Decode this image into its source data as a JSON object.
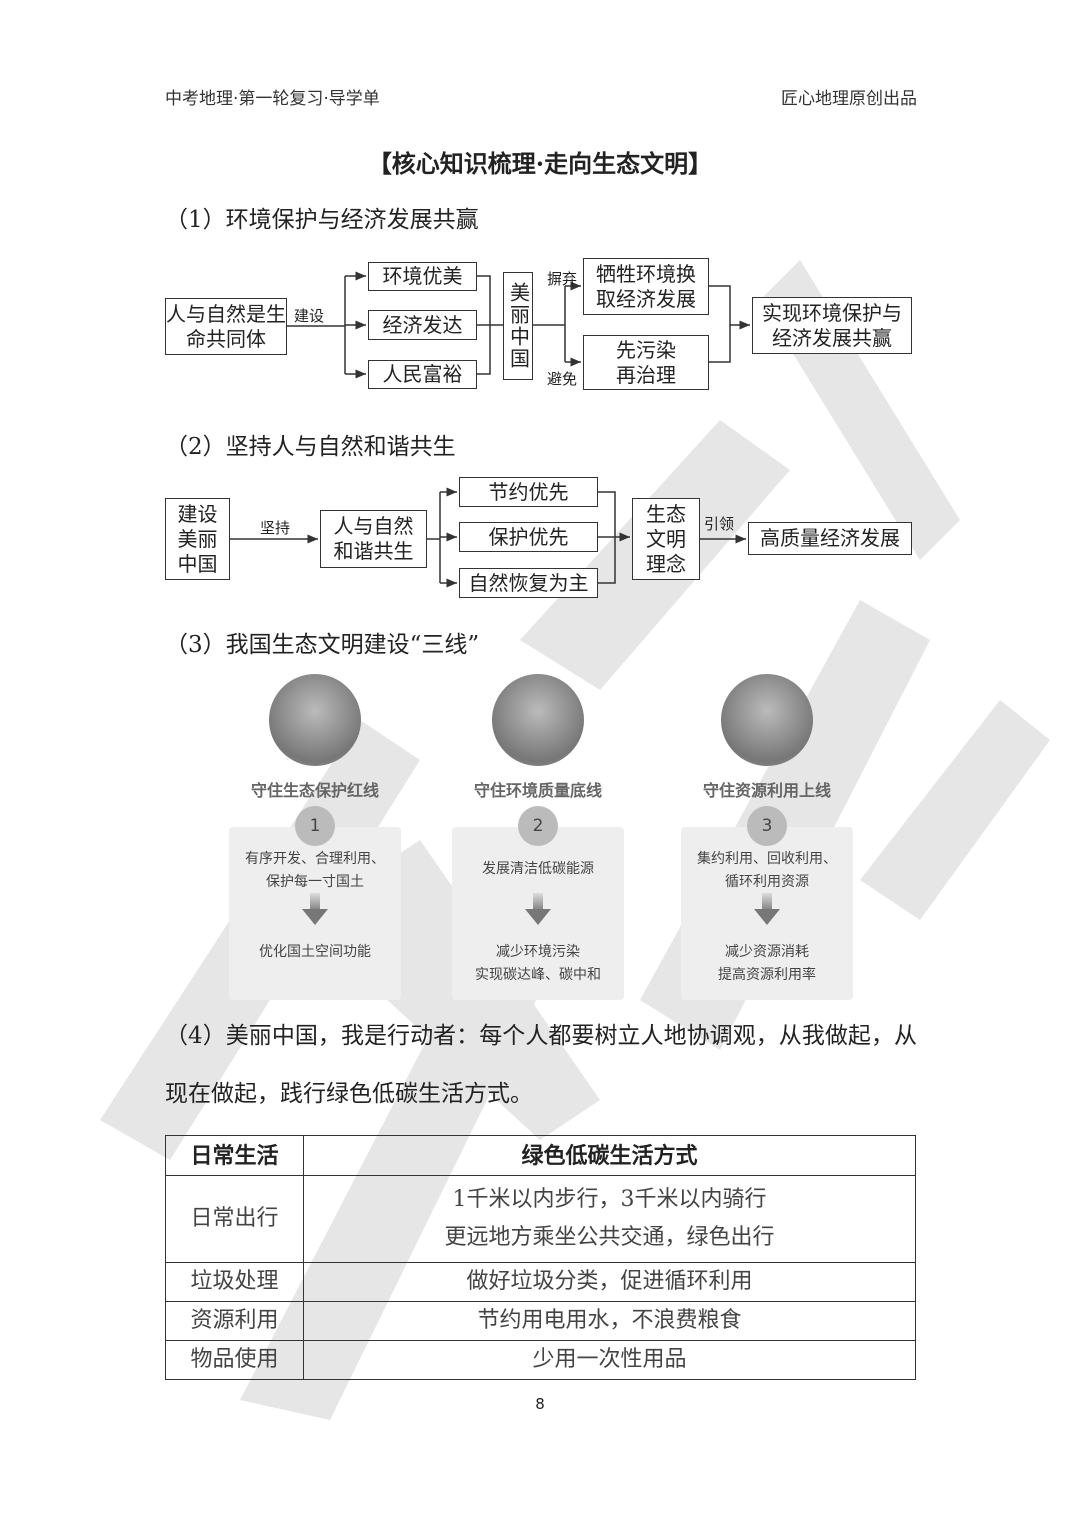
{
  "header": {
    "left": "中考地理·第一轮复习·导学单",
    "right": "匠心地理原创出品"
  },
  "title": "【核心知识梳理·走向生态文明】",
  "section1": {
    "heading": "（1）环境保护与经济发展共赢",
    "source": "人与自然是生命共同体",
    "verb": "建设",
    "goals": [
      "环境优美",
      "经济发达",
      "人民富裕"
    ],
    "center": "美丽中国",
    "abandon": "摒弃",
    "avoid": "避免",
    "bad1": "牺牲环境换取经济发展",
    "bad2": "先污染再治理",
    "result": "实现环境保护与经济发展共赢"
  },
  "section2": {
    "heading": "（2）坚持人与自然和谐共生",
    "source": "建设美丽中国",
    "verb": "坚持",
    "core": "人与自然和谐共生",
    "principles": [
      "节约优先",
      "保护优先",
      "自然恢复为主"
    ],
    "concept": "生态文明理念",
    "lead": "引领",
    "result": "高质量经济发展"
  },
  "section3": {
    "heading": "（3）我国生态文明建设“三线”",
    "lines": [
      {
        "icon": "mountain-landscape-icon",
        "title": "守住生态保护红线",
        "num": "1",
        "top": [
          "有序开发、合理利用、",
          "保护每一寸国土"
        ],
        "bottom": [
          "优化国土空间功能",
          ""
        ]
      },
      {
        "icon": "wind-turbine-icon",
        "title": "守住环境质量底线",
        "num": "2",
        "top": [
          "发展清洁低碳能源",
          ""
        ],
        "bottom": [
          "减少环境污染",
          "实现碳达峰、碳中和"
        ]
      },
      {
        "icon": "recycle-globe-icon",
        "title": "守住资源利用上线",
        "num": "3",
        "top": [
          "集约利用、回收利用、",
          "循环利用资源"
        ],
        "bottom": [
          "减少资源消耗",
          "提高资源利用率"
        ]
      }
    ]
  },
  "section4": {
    "text": "（4）美丽中国，我是行动者：每个人都要树立人地协调观，从我做起，从现在做起，践行绿色低碳生活方式。"
  },
  "table": {
    "headers": [
      "日常生活",
      "绿色低碳生活方式"
    ],
    "rows": [
      {
        "k": "日常出行",
        "v": [
          "1千米以内步行，3千米以内骑行",
          "更远地方乘坐公共交通，绿色出行"
        ]
      },
      {
        "k": "垃圾处理",
        "v": [
          "做好垃圾分类，促进循环利用"
        ]
      },
      {
        "k": "资源利用",
        "v": [
          "节约用电用水，不浪费粮食"
        ]
      },
      {
        "k": "物品使用",
        "v": [
          "少用一次性用品"
        ]
      }
    ]
  },
  "watermark": "匠心地理",
  "page_number": "8"
}
